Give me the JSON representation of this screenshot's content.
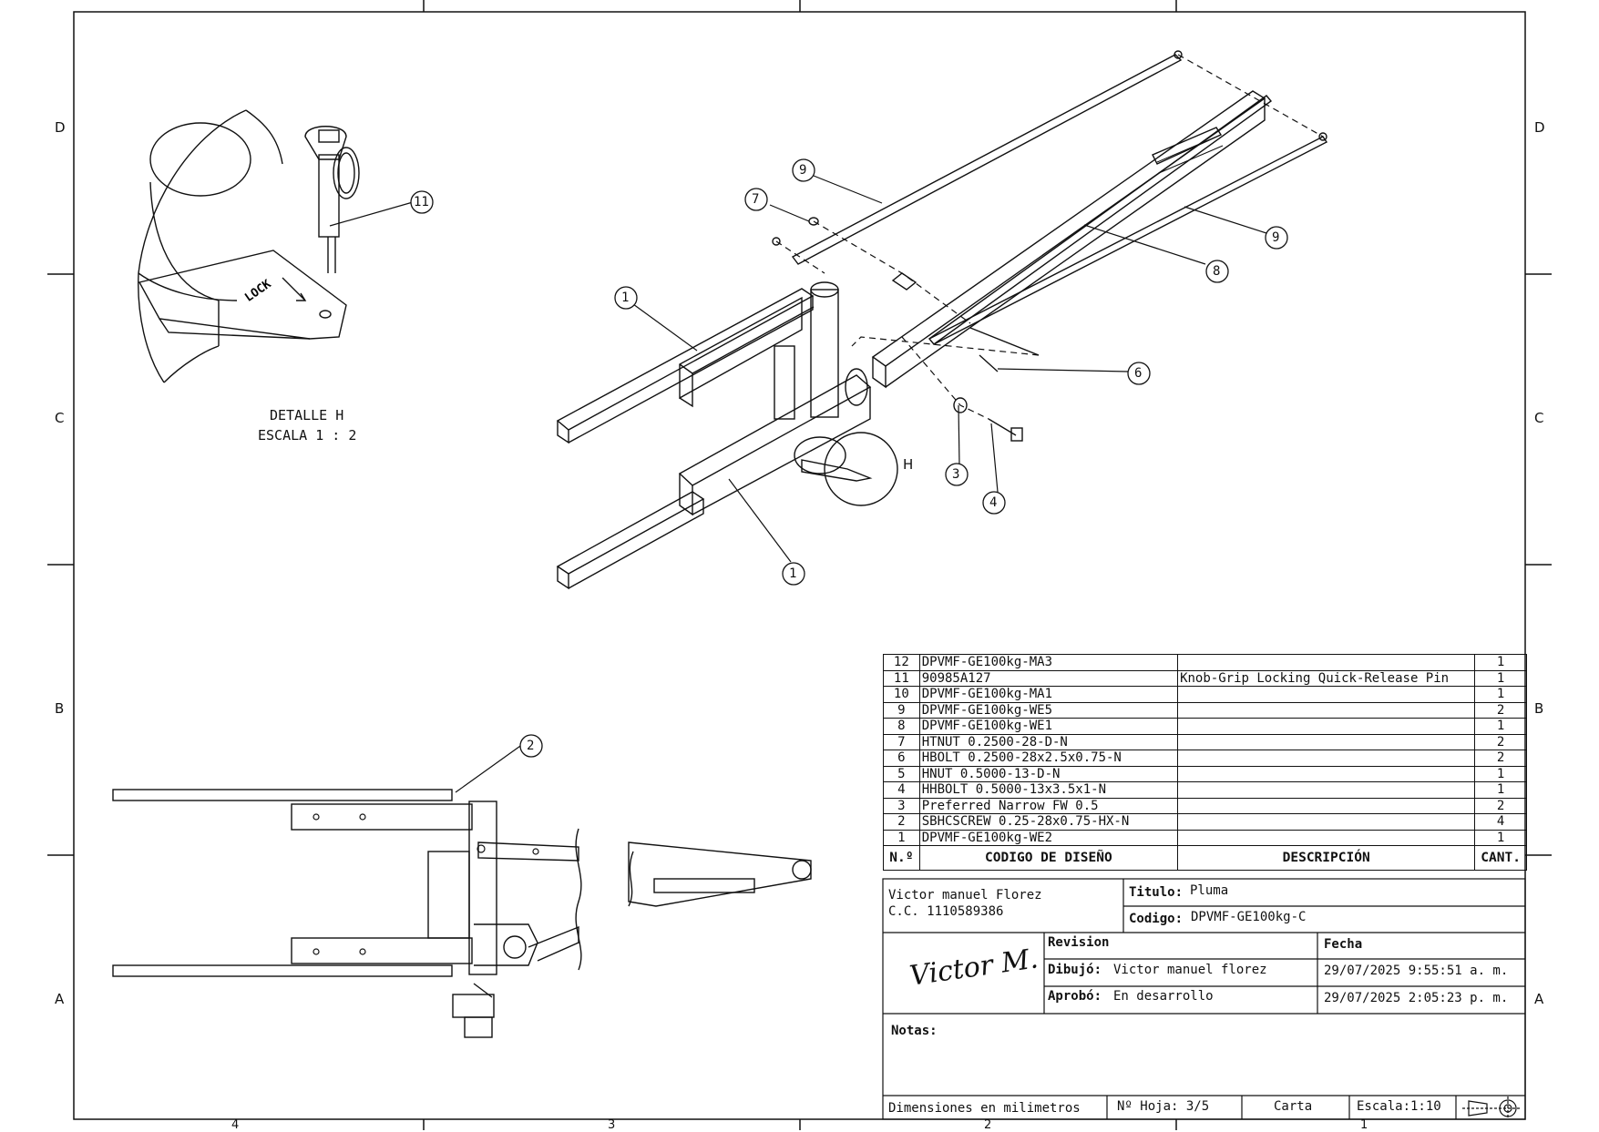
{
  "zones": {
    "rows": [
      "D",
      "C",
      "B",
      "A"
    ],
    "columns": [
      "4",
      "3",
      "2",
      "1"
    ]
  },
  "detail": {
    "title": "DETALLE H",
    "scale": "ESCALA 1 : 2",
    "view_label": "H",
    "engraving": "LOCK"
  },
  "balloons": [
    "9",
    "7",
    "1",
    "8",
    "9",
    "6",
    "3",
    "4",
    "1",
    "11",
    "2"
  ],
  "bom": {
    "headers": {
      "num": "N.º",
      "code": "CODIGO DE DISEÑO",
      "desc": "DESCRIPCIÓN",
      "qty": "CANT."
    },
    "rows": [
      {
        "num": "12",
        "code": "DPVMF-GE100kg-MA3",
        "desc": "",
        "qty": "1"
      },
      {
        "num": "11",
        "code": "90985A127",
        "desc": "Knob-Grip Locking Quick-Release Pin",
        "qty": "1"
      },
      {
        "num": "10",
        "code": "DPVMF-GE100kg-MA1",
        "desc": "",
        "qty": "1"
      },
      {
        "num": "9",
        "code": "DPVMF-GE100kg-WE5",
        "desc": "",
        "qty": "2"
      },
      {
        "num": "8",
        "code": "DPVMF-GE100kg-WE1",
        "desc": "",
        "qty": "1"
      },
      {
        "num": "7",
        "code": "HTNUT 0.2500-28-D-N",
        "desc": "",
        "qty": "2"
      },
      {
        "num": "6",
        "code": "HBOLT 0.2500-28x2.5x0.75-N",
        "desc": "",
        "qty": "2"
      },
      {
        "num": "5",
        "code": "HNUT 0.5000-13-D-N",
        "desc": "",
        "qty": "1"
      },
      {
        "num": "4",
        "code": "HHBOLT 0.5000-13x3.5x1-N",
        "desc": "",
        "qty": "1"
      },
      {
        "num": "3",
        "code": "Preferred Narrow FW 0.5",
        "desc": "",
        "qty": "2"
      },
      {
        "num": "2",
        "code": "SBHCSCREW 0.25-28x0.75-HX-N",
        "desc": "",
        "qty": "4"
      },
      {
        "num": "1",
        "code": "DPVMF-GE100kg-WE2",
        "desc": "",
        "qty": "1"
      }
    ]
  },
  "title_block": {
    "author_name": "Victor manuel Florez",
    "author_id": "C.C. 1110589386",
    "titulo_label": "Titulo:",
    "titulo_value": "Pluma",
    "codigo_label": "Codigo:",
    "codigo_value": "DPVMF-GE100kg-C",
    "revision_label": "Revision",
    "fecha_label": "Fecha",
    "dibujo_label": "Dibujó:",
    "dibujo_value": "Victor manuel florez",
    "dibujo_date": "29/07/2025 9:55:51 a. m.",
    "aprobo_label": "Aprobó:",
    "aprobo_value": "En desarrollo",
    "aprobo_date": "29/07/2025 2:05:23 p. m.",
    "signature": "Victor M.",
    "notas_label": "Notas:",
    "units": "Dimensiones en milimetros",
    "sheet": "Nº Hoja: 3/5",
    "paper": "Carta",
    "scale": "Escala:1:10"
  }
}
